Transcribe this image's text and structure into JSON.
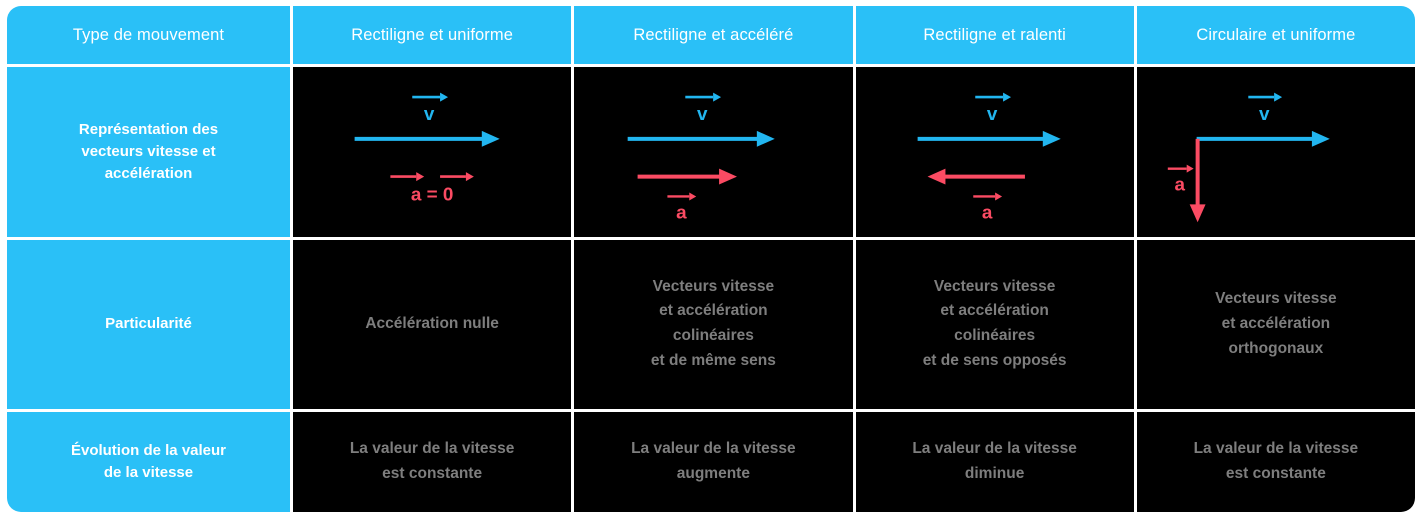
{
  "table": {
    "columns": [
      "Type de mouvement",
      "Rectiligne et uniforme",
      "Rectiligne et accéléré",
      "Rectiligne et ralenti",
      "Circulaire et uniforme"
    ],
    "rows": [
      {
        "label": "Représentation des\nvecteurs vitesse et\naccélération",
        "type": "diagram",
        "cells": [
          {
            "diagram": "v-right-a-zero",
            "v_label": "v",
            "a_label": "a  =  0",
            "v_direction": "right",
            "a_direction": "none"
          },
          {
            "diagram": "v-right-a-right",
            "v_label": "v",
            "a_label": "a",
            "v_direction": "right",
            "a_direction": "right"
          },
          {
            "diagram": "v-right-a-left",
            "v_label": "v",
            "a_label": "a",
            "v_direction": "right",
            "a_direction": "left"
          },
          {
            "diagram": "v-right-a-down",
            "v_label": "v",
            "a_label": "a",
            "v_direction": "right",
            "a_direction": "down"
          }
        ]
      },
      {
        "label": "Particularité",
        "type": "text",
        "cells": [
          {
            "text": "Accélération nulle"
          },
          {
            "text": "Vecteurs vitesse\net accélération\ncolinéaires\net de même sens"
          },
          {
            "text": "Vecteurs vitesse\net accélération\ncolinéaires\net de sens opposés"
          },
          {
            "text": "Vecteurs vitesse\net accélération\northogonaux"
          }
        ]
      },
      {
        "label": "Évolution de la valeur\nde la vitesse",
        "type": "text",
        "cells": [
          {
            "text": "La valeur de la vitesse\nest constante"
          },
          {
            "text": "La valeur de la vitesse\naugmente"
          },
          {
            "text": "La valeur de la vitesse\ndiminue"
          },
          {
            "text": "La valeur de la vitesse\nest constante"
          }
        ]
      }
    ]
  },
  "colors": {
    "accent_blue": "#2ac0f7",
    "vector_v": "#22b6f0",
    "vector_a": "#fb4b63",
    "cell_background": "#000000",
    "body_text": "#7e7e7e",
    "grid_line": "#ffffff"
  }
}
